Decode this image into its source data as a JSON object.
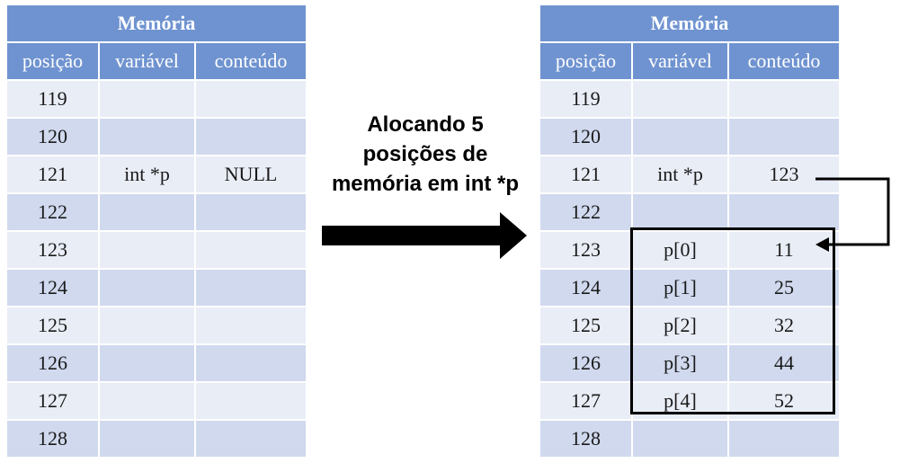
{
  "caption": {
    "line1": "Alocando 5",
    "line2": "posições de",
    "line3": "memória em int *p"
  },
  "left_table": {
    "title": "Memória",
    "headers": [
      "posição",
      "variável",
      "conteúdo"
    ],
    "rows": [
      [
        "119",
        "",
        ""
      ],
      [
        "120",
        "",
        ""
      ],
      [
        "121",
        "int *p",
        "NULL"
      ],
      [
        "122",
        "",
        ""
      ],
      [
        "123",
        "",
        ""
      ],
      [
        "124",
        "",
        ""
      ],
      [
        "125",
        "",
        ""
      ],
      [
        "126",
        "",
        ""
      ],
      [
        "127",
        "",
        ""
      ],
      [
        "128",
        "",
        ""
      ]
    ]
  },
  "right_table": {
    "title": "Memória",
    "headers": [
      "posição",
      "variável",
      "conteúdo"
    ],
    "rows": [
      [
        "119",
        "",
        ""
      ],
      [
        "120",
        "",
        ""
      ],
      [
        "121",
        "int *p",
        "123"
      ],
      [
        "122",
        "",
        ""
      ],
      [
        "123",
        "p[0]",
        "11"
      ],
      [
        "124",
        "p[1]",
        "25"
      ],
      [
        "125",
        "p[2]",
        "32"
      ],
      [
        "126",
        "p[3]",
        "44"
      ],
      [
        "127",
        "p[4]",
        "52"
      ],
      [
        "128",
        "",
        ""
      ]
    ]
  },
  "colors": {
    "header": "#6f93d0",
    "row_light": "#e9edf6",
    "row_dark": "#d0d9ee",
    "arrow": "#000000"
  }
}
